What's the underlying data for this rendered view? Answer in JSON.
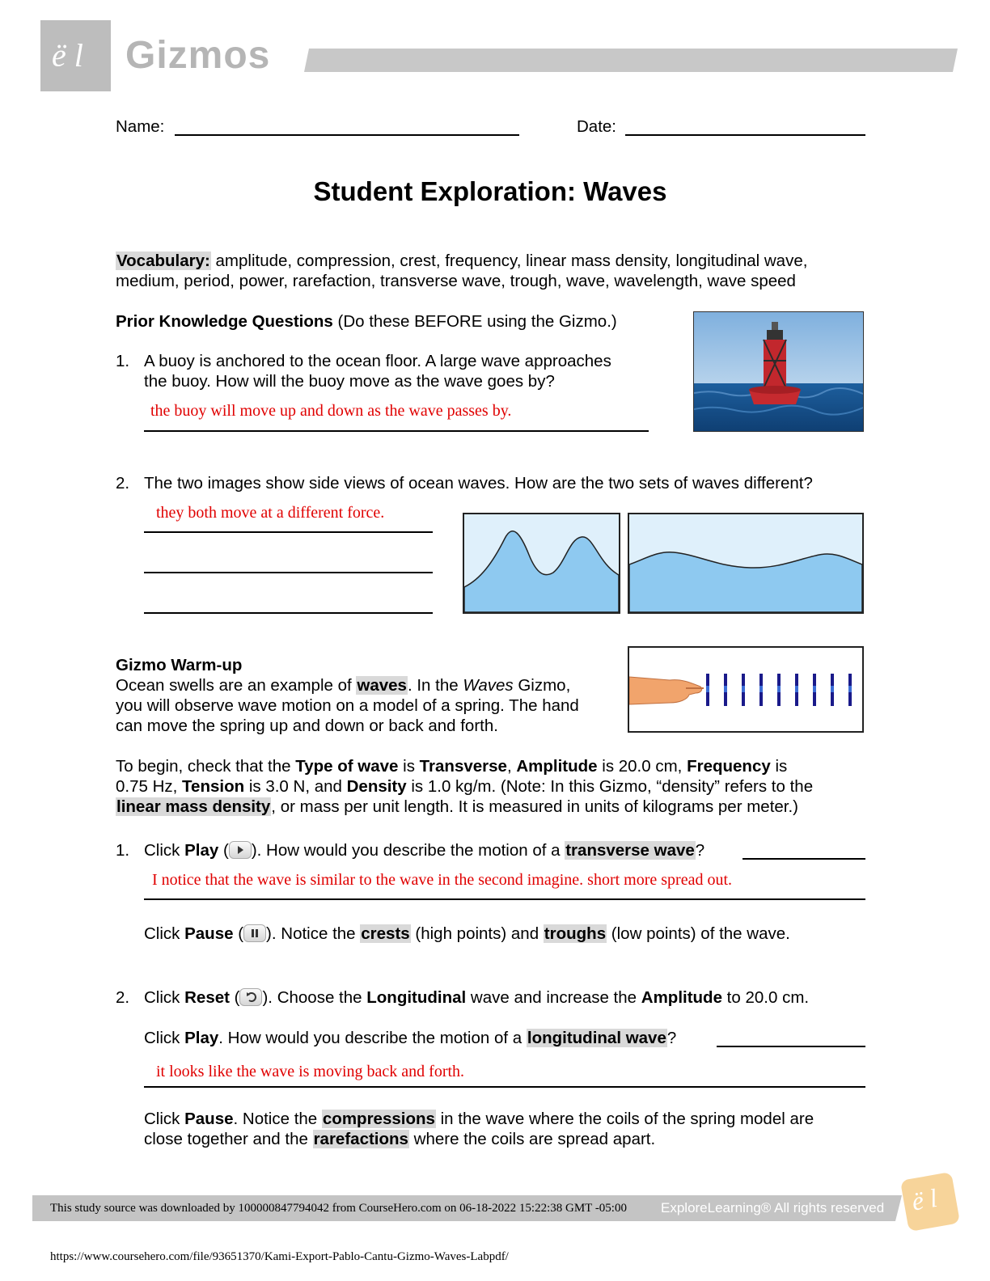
{
  "header": {
    "logo_glyph": "ë l",
    "brand": "Gizmos"
  },
  "form": {
    "name_label": "Name:",
    "date_label": "Date:"
  },
  "title": "Student Exploration: Waves",
  "vocabulary": {
    "label": "Vocabulary:",
    "line1": " amplitude, compression, crest, frequency, linear mass density, longitudinal wave,",
    "line2": "medium, period, power, rarefaction, transverse wave, trough, wave, wavelength, wave speed"
  },
  "prior": {
    "heading": "Prior Knowledge Questions",
    "heading_note": " (Do these BEFORE using the Gizmo.)",
    "q1_num": "1.",
    "q1_line1": "A buoy is anchored to the ocean floor. A large wave approaches",
    "q1_line2": "the buoy. How will the buoy move as the wave goes by?",
    "q1_answer": "the buoy will move up and down as the wave passes by.",
    "q2_num": "2.",
    "q2_text": "The two images show side views of ocean waves. How are the two sets of waves different?",
    "q2_answer": "they both move at a different force."
  },
  "warmup": {
    "heading": "Gizmo Warm-up",
    "p1_a": "Ocean swells are an example of ",
    "p1_waves": "waves",
    "p1_b": ". In the ",
    "p1_italic": "Waves",
    "p1_c": " Gizmo,",
    "p1_line2": "you will observe wave motion on a model of a spring. The hand",
    "p1_line3": "can move the spring up and down or back and forth.",
    "p2_l1_a": "To begin, check that the ",
    "p2_type": "Type of wave",
    "p2_is1": " is ",
    "p2_transverse": "Transverse",
    "p2_comma1": ", ",
    "p2_amp": "Amplitude",
    "p2_amp_val": " is 20.0 cm, ",
    "p2_freq": "Frequency",
    "p2_is2": " is",
    "p2_l2_a": "0.75 Hz, ",
    "p2_tension": "Tension",
    "p2_tension_val": " is 3.0 N, and ",
    "p2_density": "Density",
    "p2_density_val": " is 1.0 kg/m. (Note: In this Gizmo, “density” refers to the",
    "p2_lmd": "linear mass density",
    "p2_l3_rest": ", or mass per unit length. It is measured in units of kilograms per meter.)",
    "s1_num": "1.",
    "s1_click": "Click ",
    "s1_play": "Play",
    "s1_a": " (",
    "s1_b": "). How would you describe the motion of a ",
    "s1_tw": "transverse wave",
    "s1_q": "?",
    "s1_answer": "I notice that the wave is similar to the wave in the second imagine. short more spread out.",
    "s1p_click": "Click ",
    "s1p_pause": "Pause",
    "s1p_a": " (",
    "s1p_b": "). Notice the ",
    "s1p_crests": "crests",
    "s1p_c": " (high points) and ",
    "s1p_troughs": "troughs",
    "s1p_d": " (low points) of the wave.",
    "s2_num": "2.",
    "s2_click": "Click ",
    "s2_reset": "Reset",
    "s2_a": " (",
    "s2_b": "). Choose the ",
    "s2_long": "Longitudinal",
    "s2_c": " wave and increase the ",
    "s2_amp": "Amplitude",
    "s2_d": " to 20.0 cm.",
    "s2p_click": "Click ",
    "s2p_play": "Play",
    "s2p_a": ". How would you describe the motion of a ",
    "s2p_lw": "longitudinal wave",
    "s2p_q": "?",
    "s2_answer": "it looks like the wave is moving back and forth.",
    "s2x_click": "Click ",
    "s2x_pause": "Pause",
    "s2x_a": ". Notice the ",
    "s2x_comp": "compressions",
    "s2x_b": " in the wave where the coils of the spring model are",
    "s2x_l2_a": "close together and the ",
    "s2x_rare": "rarefactions",
    "s2x_l2_b": " where the coils are spread apart."
  },
  "footer": {
    "source_note": "This study source was downloaded by 100000847794042 from CourseHero.com on 06-18-2022 15:22:38 GMT -05:00",
    "copyright": "ExploreLearning®  All rights reserved",
    "url": "https://www.coursehero.com/file/93651370/Kami-Export-Pablo-Cantu-Gizmo-Waves-Labpdf/"
  },
  "colors": {
    "answer_red": "#e00000",
    "highlight_gray": "#d9d9d9",
    "wave_fill": "#8ec9f0",
    "wave_sky": "#dff0fb"
  }
}
